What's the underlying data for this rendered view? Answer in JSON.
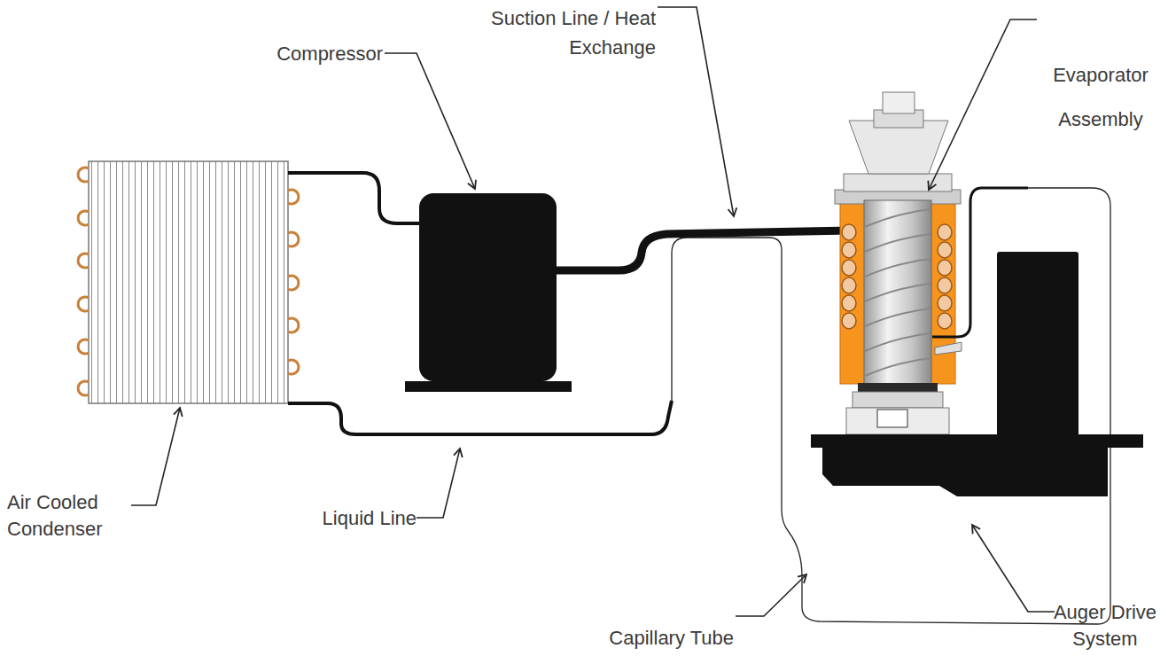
{
  "diagram": {
    "labels": [
      "Compressor",
      "Suction Line / Heat Exchange",
      "Evaporator Assembly",
      "Air Cooled Condenser",
      "Liquid Line",
      "Capillary Tube",
      "Auger Drive System"
    ]
  }
}
